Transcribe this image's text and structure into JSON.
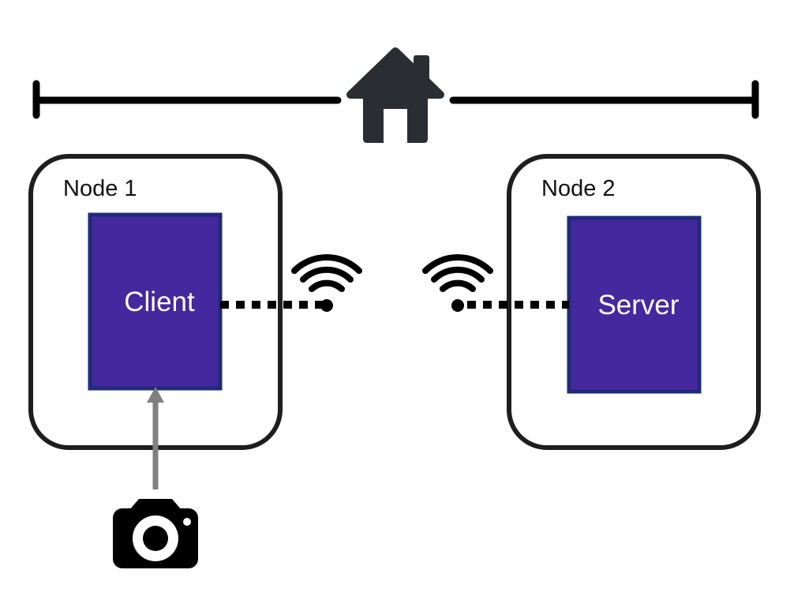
{
  "nodes": [
    {
      "label": "Node 1",
      "component": "Client"
    },
    {
      "label": "Node 2",
      "component": "Server"
    }
  ],
  "icons": {
    "home": "home-icon",
    "wifi_left": "wifi-icon",
    "wifi_right": "wifi-icon",
    "camera": "camera-icon"
  },
  "colors": {
    "component_fill": "#45289d",
    "component_border": "#1f2a78",
    "component_text": "#ffffff",
    "node_border": "#1e1e1e",
    "line": "#000000",
    "home_icon": "#2a2e33",
    "arrow": "#808080"
  }
}
